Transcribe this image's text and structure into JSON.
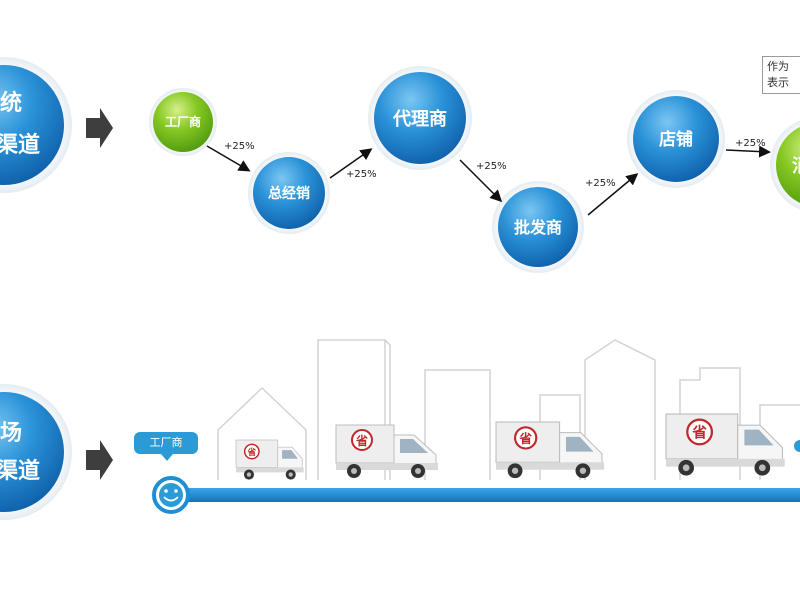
{
  "row1": {
    "left_label_line1": "统",
    "left_label_line2": "渠道",
    "nodes": [
      {
        "label": "工厂商",
        "color": "green"
      },
      {
        "label": "总经销",
        "color": "blue"
      },
      {
        "label": "代理商",
        "color": "blue"
      },
      {
        "label": "批发商",
        "color": "blue"
      },
      {
        "label": "店铺",
        "color": "blue"
      },
      {
        "label": "消",
        "color": "green"
      }
    ],
    "markups": [
      "+25%",
      "+25%",
      "+25%",
      "+25%",
      "+25%"
    ],
    "note_line1": "作为",
    "note_line2": "表示"
  },
  "row2": {
    "left_label_line1": "场",
    "left_label_line2": "渠道",
    "factory_tag": "工厂商",
    "truck_sign": "省"
  },
  "colors": {
    "blue": "#1f86cf",
    "blue_dark": "#0b5aa5",
    "green": "#7cc31e",
    "green_dark": "#4e9a0c",
    "line": "#1e8fd4"
  }
}
